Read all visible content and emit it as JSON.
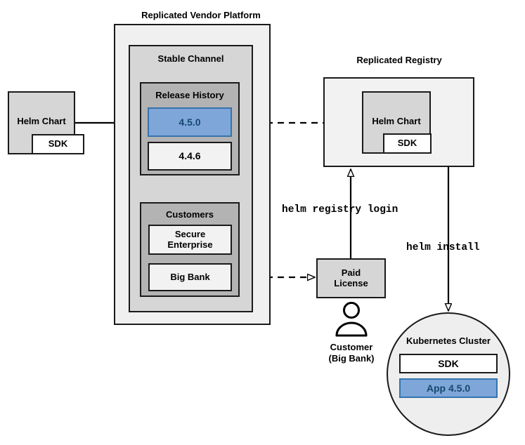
{
  "diagram": {
    "title_labels": {
      "platform": "Replicated Vendor Platform",
      "registry": "Replicated Registry"
    },
    "source": {
      "helm_chart": "Helm Chart",
      "sdk": "SDK"
    },
    "platform": {
      "channel_title": "Stable Channel",
      "release_history": {
        "title": "Release History",
        "versions": [
          {
            "label": "4.5.0",
            "highlighted": true
          },
          {
            "label": "4.4.6",
            "highlighted": false
          }
        ]
      },
      "customers": {
        "title": "Customers",
        "items": [
          {
            "label": "Secure\nEnterprise"
          },
          {
            "label": "Big Bank"
          }
        ]
      }
    },
    "registry": {
      "helm_chart": "Helm Chart",
      "sdk": "SDK"
    },
    "license": {
      "label": "Paid\nLicense"
    },
    "customer_actor": {
      "name": "Customer",
      "detail": "(Big Bank)",
      "icon": "person-icon"
    },
    "cluster": {
      "title": "Kubernetes Cluster",
      "components": [
        {
          "label": "SDK",
          "highlighted": false
        },
        {
          "label": "App 4.5.0",
          "highlighted": true
        }
      ]
    },
    "commands": {
      "registry_login": "helm registry login",
      "install": "helm install"
    },
    "colors": {
      "accent_blue_fill": "#7ea6d9",
      "accent_blue_border": "#3574ad",
      "accent_blue_text": "#14496f",
      "stroke": "#1a1a1a",
      "platform_bg": "#f0f0f0",
      "channel_bg": "#d6d6d6",
      "section_bg": "#b3b3b3",
      "box_light_bg": "#f2f2f2"
    }
  }
}
